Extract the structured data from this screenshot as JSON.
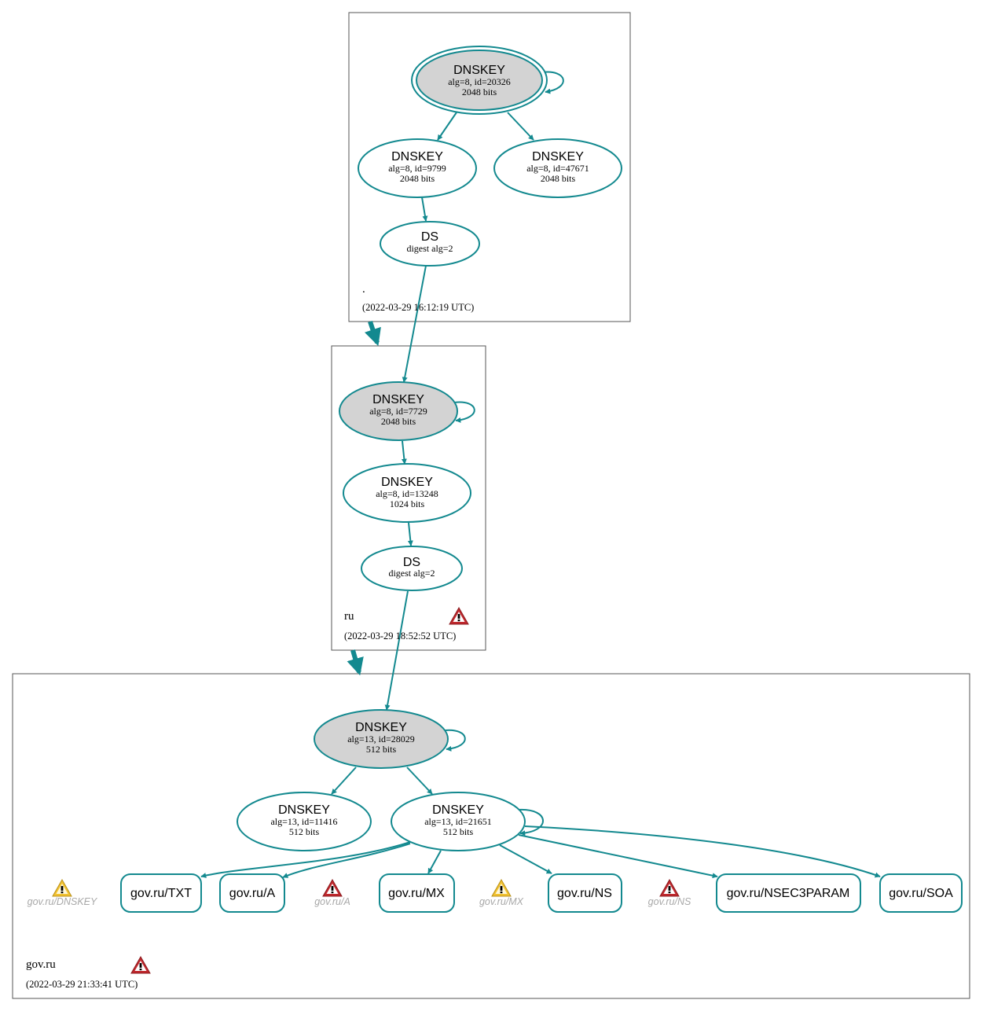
{
  "colors": {
    "edge": "#13898f",
    "sep_fill": "#d3d3d3",
    "border": "#555555",
    "error": "#c0282d",
    "warning": "#f2c230"
  },
  "zones": {
    "root": {
      "name": ".",
      "timestamp": "(2022-03-29 16:12:19 UTC)"
    },
    "ru": {
      "name": "ru",
      "timestamp": "(2022-03-29 18:52:52 UTC)",
      "status_icon": "error-icon"
    },
    "govru": {
      "name": "gov.ru",
      "timestamp": "(2022-03-29 21:33:41 UTC)",
      "status_icon": "error-icon"
    }
  },
  "nodes": {
    "root_ksk": {
      "title": "DNSKEY",
      "detail": "alg=8, id=20326",
      "size": "2048 bits"
    },
    "root_zsk1": {
      "title": "DNSKEY",
      "detail": "alg=8, id=9799",
      "size": "2048 bits"
    },
    "root_zsk2": {
      "title": "DNSKEY",
      "detail": "alg=8, id=47671",
      "size": "2048 bits"
    },
    "root_ds": {
      "title": "DS",
      "detail": "digest alg=2"
    },
    "ru_ksk": {
      "title": "DNSKEY",
      "detail": "alg=8, id=7729",
      "size": "2048 bits"
    },
    "ru_zsk": {
      "title": "DNSKEY",
      "detail": "alg=8, id=13248",
      "size": "1024 bits"
    },
    "ru_ds": {
      "title": "DS",
      "detail": "digest alg=2"
    },
    "gov_ksk": {
      "title": "DNSKEY",
      "detail": "alg=13, id=28029",
      "size": "512 bits"
    },
    "gov_zsk1": {
      "title": "DNSKEY",
      "detail": "alg=13, id=11416",
      "size": "512 bits"
    },
    "gov_zsk2": {
      "title": "DNSKEY",
      "detail": "alg=13, id=21651",
      "size": "512 bits"
    }
  },
  "rrsets": {
    "txt": "gov.ru/TXT",
    "a": "gov.ru/A",
    "mx": "gov.ru/MX",
    "ns": "gov.ru/NS",
    "nsec3param": "gov.ru/NSEC3PARAM",
    "soa": "gov.ru/SOA"
  },
  "ghost_rrsets": {
    "dnskey": {
      "label": "gov.ru/DNSKEY",
      "icon": "warning-icon"
    },
    "a": {
      "label": "gov.ru/A",
      "icon": "error-icon"
    },
    "mx": {
      "label": "gov.ru/MX",
      "icon": "warning-icon"
    },
    "ns": {
      "label": "gov.ru/NS",
      "icon": "error-icon"
    }
  }
}
